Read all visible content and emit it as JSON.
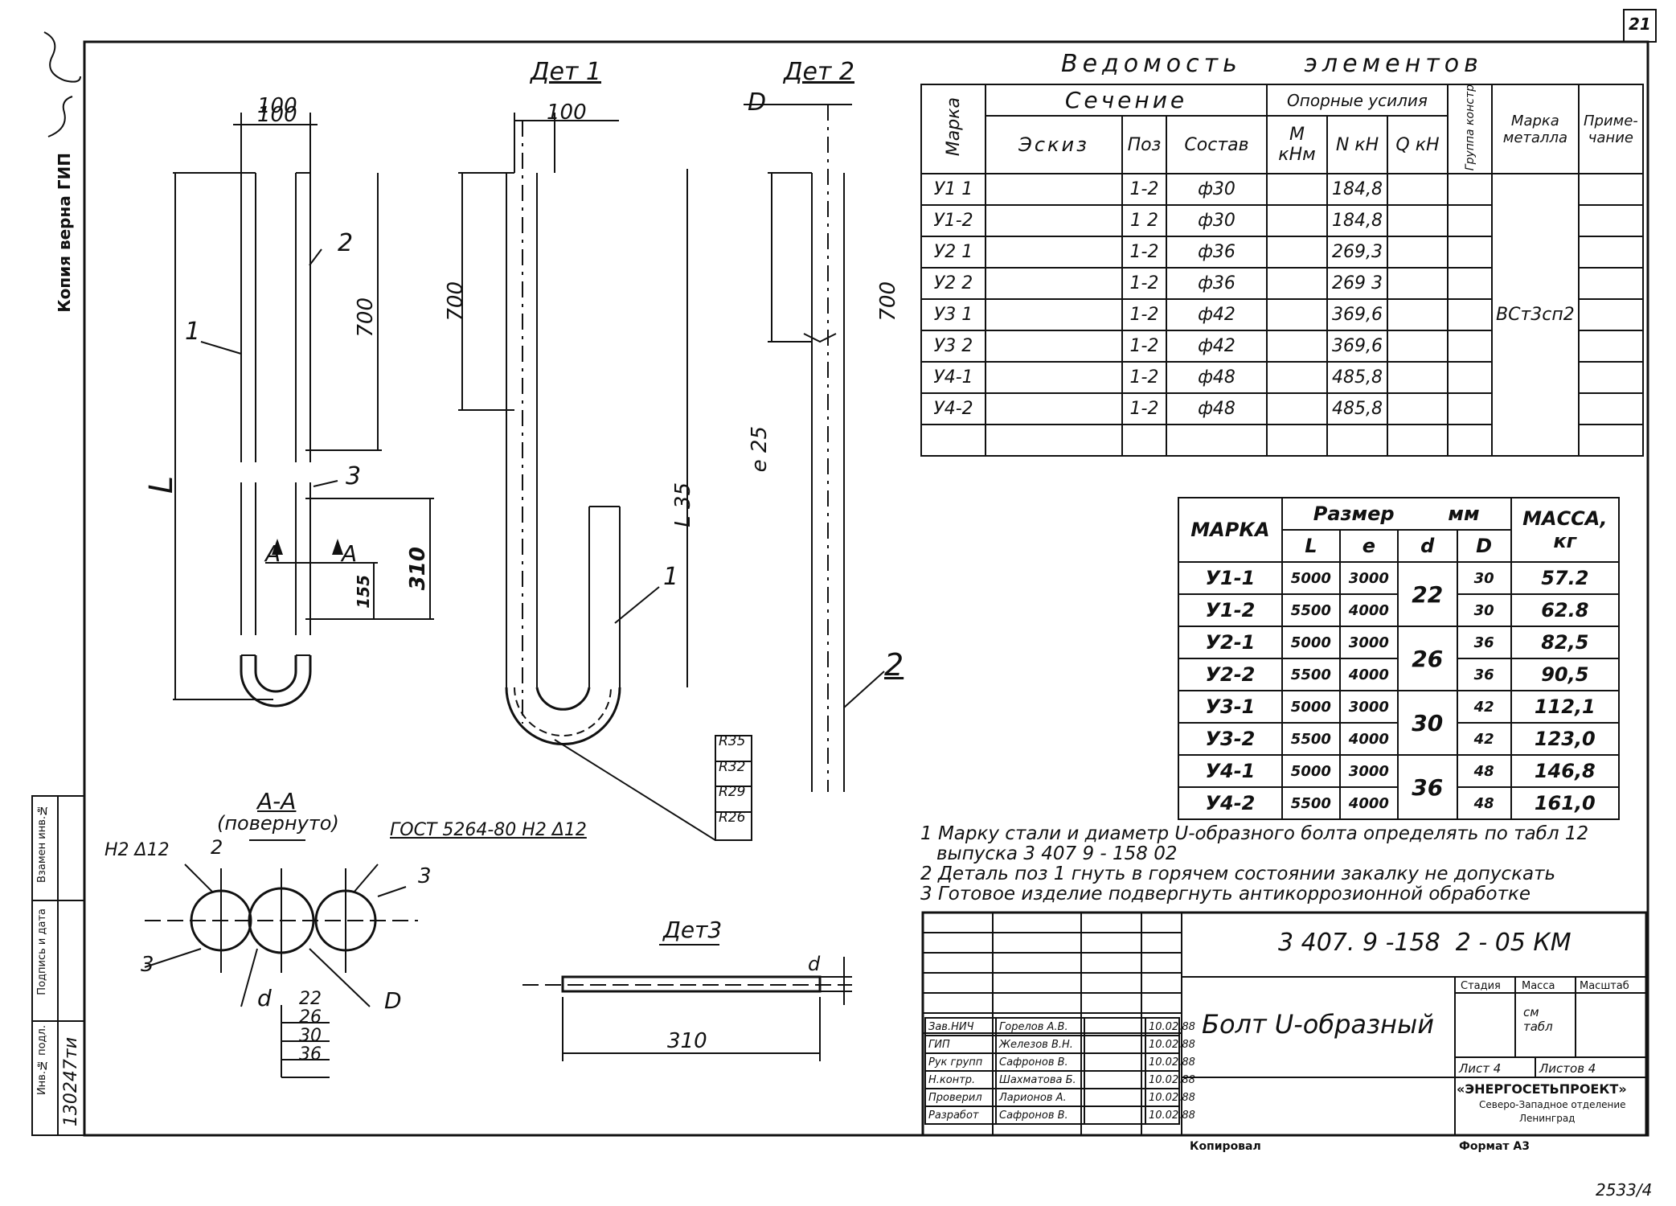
{
  "sheet_number": "21",
  "margin_label": "Копия верна  ГИП",
  "side_stamp": {
    "inv_label": "Инв.№ подл.",
    "inv_value": "130247ти",
    "sign_label": "Подпись и дата",
    "replace_label": "Взамен инв.№"
  },
  "views": {
    "dim_100_left": "100",
    "dim_700_left": "700",
    "dim_L": "L",
    "dim_310": "310",
    "dim_155": "155",
    "label_1": "1",
    "label_2": "2",
    "label_3": "3",
    "section_A": "A",
    "det1_title": "Дет 1",
    "det1_dim_100": "100",
    "det1_dim_700": "700",
    "det1_dim_L35": "L 35",
    "det1_label_1": "1",
    "radii": [
      "R35",
      "R32",
      "R29",
      "R26"
    ],
    "det2_title": "Дет 2",
    "det2_dim_D": "D",
    "det2_dim_700": "700",
    "det2_dim_e": "e 25",
    "det2_label_2": "2",
    "section_title": "А-А",
    "section_sub": "(повернуто)",
    "weld_left": "Н2 Δ12",
    "weld_right": "ГОСТ 5264-80 Н2 Δ12",
    "sec_labels": {
      "s2": "2",
      "s3r": "3",
      "s3l": "3",
      "d": "d",
      "D": "D"
    },
    "d_values": [
      "22",
      "26",
      "30",
      "36"
    ],
    "det3_title": "Дет3",
    "det3_dim_310": "310",
    "det3_dim_d": "d"
  },
  "vedomost": {
    "title": "Ведомость     элементов",
    "h_marka": "Марка",
    "h_sechenie": "Сечение",
    "h_opornye": "Опорные усилия",
    "h_gruppa": "Группа констр",
    "h_marka_metalla": "Марка металла",
    "h_primechanie": "Приме-чание",
    "h_eskiz": "Эскиз",
    "h_poz": "Поз",
    "h_sostav": "Состав",
    "h_M": "M кНм",
    "h_N": "N кН",
    "h_Q": "Q кН",
    "steel": "ВСт3сп2",
    "rows": [
      {
        "marka": "У1 1",
        "poz": "1-2",
        "sostav": "ф30",
        "n": "184,8"
      },
      {
        "marka": "У1-2",
        "poz": "1 2",
        "sostav": "ф30",
        "n": "184,8"
      },
      {
        "marka": "У2 1",
        "poz": "1-2",
        "sostav": "ф36",
        "n": "269,3"
      },
      {
        "marka": "У2 2",
        "poz": "1-2",
        "sostav": "ф36",
        "n": "269 3"
      },
      {
        "marka": "У3 1",
        "poz": "1-2",
        "sostav": "ф42",
        "n": "369,6"
      },
      {
        "marka": "У3 2",
        "poz": "1-2",
        "sostav": "ф42",
        "n": "369,6"
      },
      {
        "marka": "У4-1",
        "poz": "1-2",
        "sostav": "ф48",
        "n": "485,8"
      },
      {
        "marka": "У4-2",
        "poz": "1-2",
        "sostav": "ф48",
        "n": "485,8"
      },
      {
        "marka": "",
        "poz": "",
        "sostav": "",
        "n": ""
      }
    ]
  },
  "razmer": {
    "h_marka": "МАРКА",
    "h_razmer": "Размер        мм",
    "h_massa": "МАССА, кг",
    "h_L": "L",
    "h_e": "e",
    "h_d": "d",
    "h_D": "D",
    "rows": [
      {
        "marka": "У1-1",
        "L": "5000",
        "e": "3000",
        "D": "30",
        "m": "57.2"
      },
      {
        "marka": "У1-2",
        "L": "5500",
        "e": "4000",
        "D": "30",
        "m": "62.8"
      },
      {
        "marka": "У2-1",
        "L": "5000",
        "e": "3000",
        "D": "36",
        "m": "82,5"
      },
      {
        "marka": "У2-2",
        "L": "5500",
        "e": "4000",
        "D": "36",
        "m": "90,5"
      },
      {
        "marka": "У3-1",
        "L": "5000",
        "e": "3000",
        "D": "42",
        "m": "112,1"
      },
      {
        "marka": "У3-2",
        "L": "5500",
        "e": "4000",
        "D": "42",
        "m": "123,0"
      },
      {
        "marka": "У4-1",
        "L": "5000",
        "e": "3000",
        "D": "48",
        "m": "146,8"
      },
      {
        "marka": "У4-2",
        "L": "5500",
        "e": "4000",
        "D": "48",
        "m": "161,0"
      }
    ],
    "d_groups": [
      "22",
      "26",
      "30",
      "36"
    ]
  },
  "notes": [
    "1 Марку стали и диаметр U-образного болта определять по табл 12",
    "выпуска 3 407 9 - 158 02",
    "2 Деталь поз 1 гнуть в горячем состоянии закалку не допускать",
    "3 Готовое изделие подвергнуть антикоррозионной обработке"
  ],
  "title_block": {
    "code": "3 407. 9 -158  2 - 05 КМ",
    "name": "Болт  U-образный",
    "stadiya": "Стадия",
    "massa": "Масса",
    "masshtab": "Масштаб",
    "massa_val": "см табл",
    "list": "Лист 4",
    "listov": "Листов 4",
    "org1": "«ЭНЕРГОСЕТЬПРОЕКТ»",
    "org2": "Северо-Западное отделение",
    "org3": "Ленинград",
    "kopiroval": "Копировал",
    "format": "Формат  А3",
    "people": [
      {
        "role": "Зав.НИЧ",
        "name": "Горелов А.В.",
        "date": "10.02.88"
      },
      {
        "role": "ГИП",
        "name": "Железов В.Н.",
        "date": "10.02.88"
      },
      {
        "role": "Рук групп",
        "name": "Сафронов В.",
        "date": "10.02.88"
      },
      {
        "role": "Н.контр.",
        "name": "Шахматова Б.",
        "date": "10.02.88"
      },
      {
        "role": "Проверил",
        "name": "Ларионов А.",
        "date": "10.02.88"
      },
      {
        "role": "Разработ",
        "name": "Сафронов В.",
        "date": "10.02.88"
      }
    ]
  },
  "bottom_number": "2533/4"
}
